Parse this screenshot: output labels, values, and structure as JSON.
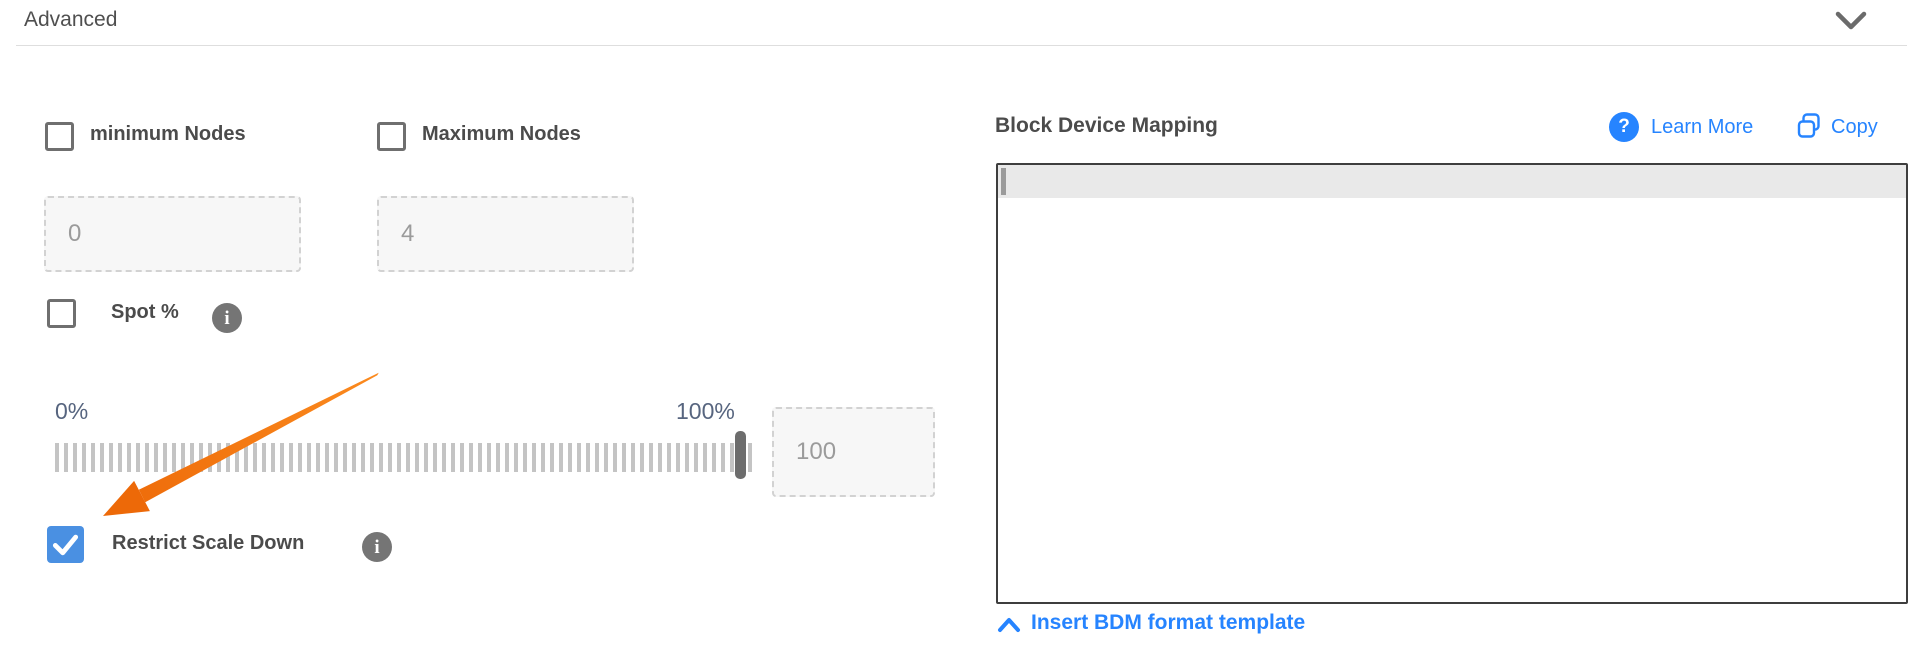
{
  "section": {
    "title": "Advanced"
  },
  "fields": {
    "min_nodes": {
      "label": "minimum Nodes",
      "checked": false,
      "value": "0"
    },
    "max_nodes": {
      "label": "Maximum Nodes",
      "checked": false,
      "value": "4"
    },
    "spot_pct": {
      "label": "Spot %",
      "checked": false,
      "value": "100"
    },
    "slider": {
      "min_label": "0%",
      "max_label": "100%",
      "value": 100
    },
    "restrict_scale_down": {
      "label": "Restrict Scale Down",
      "checked": true
    }
  },
  "bdm": {
    "title": "Block Device Mapping",
    "learn_more_label": "Learn More",
    "copy_label": "Copy",
    "help_glyph": "?",
    "info_glyph": "i",
    "editor_content": "",
    "insert_link_label": "Insert BDM format template"
  },
  "colors": {
    "link_blue": "#2684ff",
    "checked_blue": "#4a90e2",
    "annotation_orange": "#f27405",
    "slider_label_slate": "#57657f",
    "text_dark": "#4b4b4b"
  }
}
